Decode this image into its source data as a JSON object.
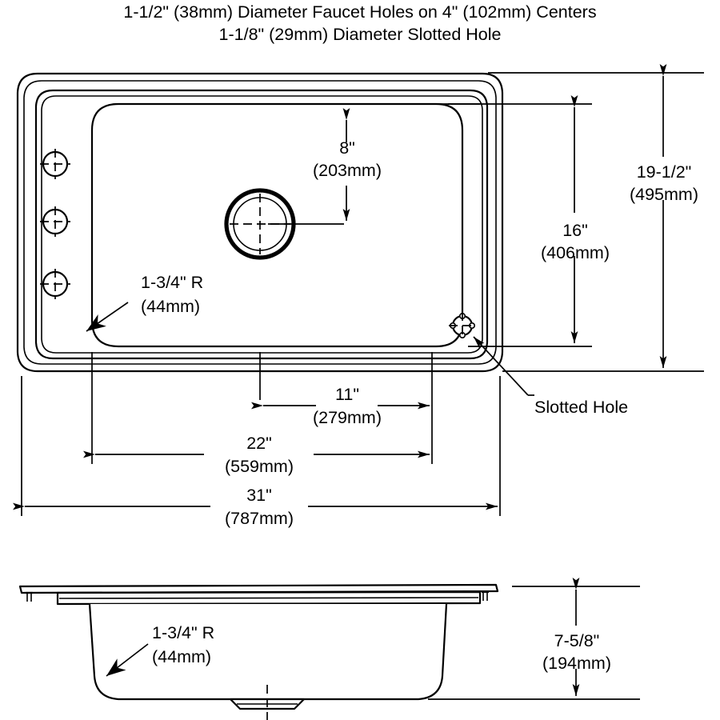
{
  "drawing": {
    "type": "technical-specification-drawing",
    "subject": "drop-in kitchen sink with faucet deck",
    "units": "inches with millimeters in parentheses",
    "title_lines": [
      "1-1/2\" (38mm) Diameter Faucet Holes on 4\" (102mm) Centers",
      "1-1/8\" (29mm) Diameter Slotted Hole"
    ],
    "line_color": "#000000",
    "background_color": "#ffffff"
  },
  "top_view": {
    "name": "top-view",
    "dimensions": {
      "drain_to_rear": {
        "imperial": "8\"",
        "metric": "(203mm)"
      },
      "bowl_depth_front_to_back": {
        "imperial": "16\"",
        "metric": "(406mm)"
      },
      "overall_front_to_back": {
        "imperial": "19-1/2\"",
        "metric": "(495mm)"
      },
      "drain_to_right_edge": {
        "imperial": "11\"",
        "metric": "(279mm)"
      },
      "bowl_width": {
        "imperial": "22\"",
        "metric": "(559mm)"
      },
      "overall_width": {
        "imperial": "31\"",
        "metric": "(787mm)"
      },
      "corner_radius": {
        "imperial": "1-3/4\" R",
        "metric": "(44mm)"
      }
    },
    "callouts": {
      "slotted_hole": "Slotted Hole",
      "corner_radius_line1": "1-3/4\" R",
      "corner_radius_line2": "(44mm)"
    },
    "features": {
      "faucet_holes_count": 3,
      "drain_openings": 1,
      "slotted_holes": 1
    }
  },
  "section_view": {
    "name": "section-view",
    "dimensions": {
      "bowl_depth": {
        "imperial": "7-5/8\"",
        "metric": "(194mm)"
      },
      "corner_radius": {
        "imperial": "1-3/4\" R",
        "metric": "(44mm)"
      }
    },
    "callouts": {
      "corner_radius_line1": "1-3/4\" R",
      "corner_radius_line2": "(44mm)"
    }
  }
}
